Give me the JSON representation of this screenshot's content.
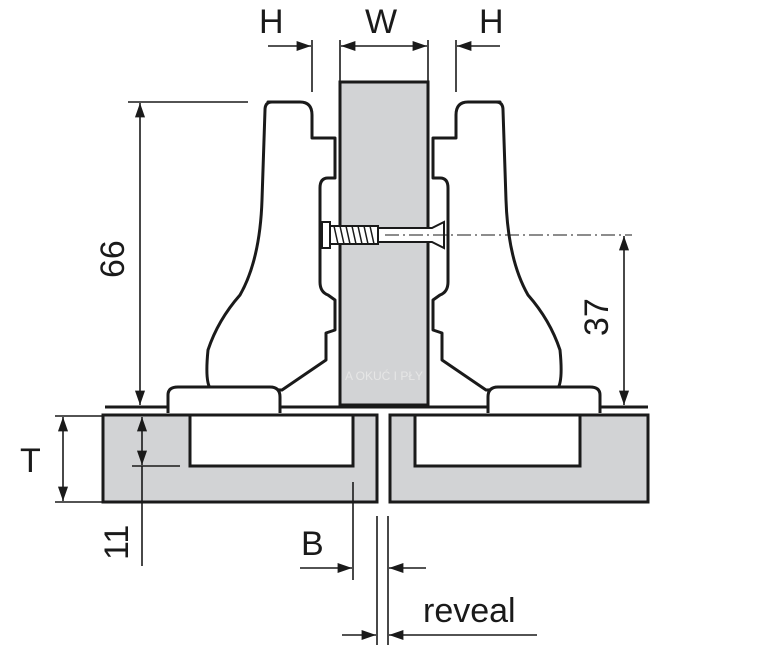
{
  "labels": {
    "h_left": "H",
    "w": "W",
    "h_right": "H",
    "dim_66": "66",
    "dim_37": "37",
    "t": "T",
    "dim_11": "11",
    "b": "B",
    "reveal": "reveal"
  },
  "watermark": "A OKUĆ I PŁY",
  "colors": {
    "panel": "#d2d3d5",
    "line": "#1a1a1a"
  }
}
